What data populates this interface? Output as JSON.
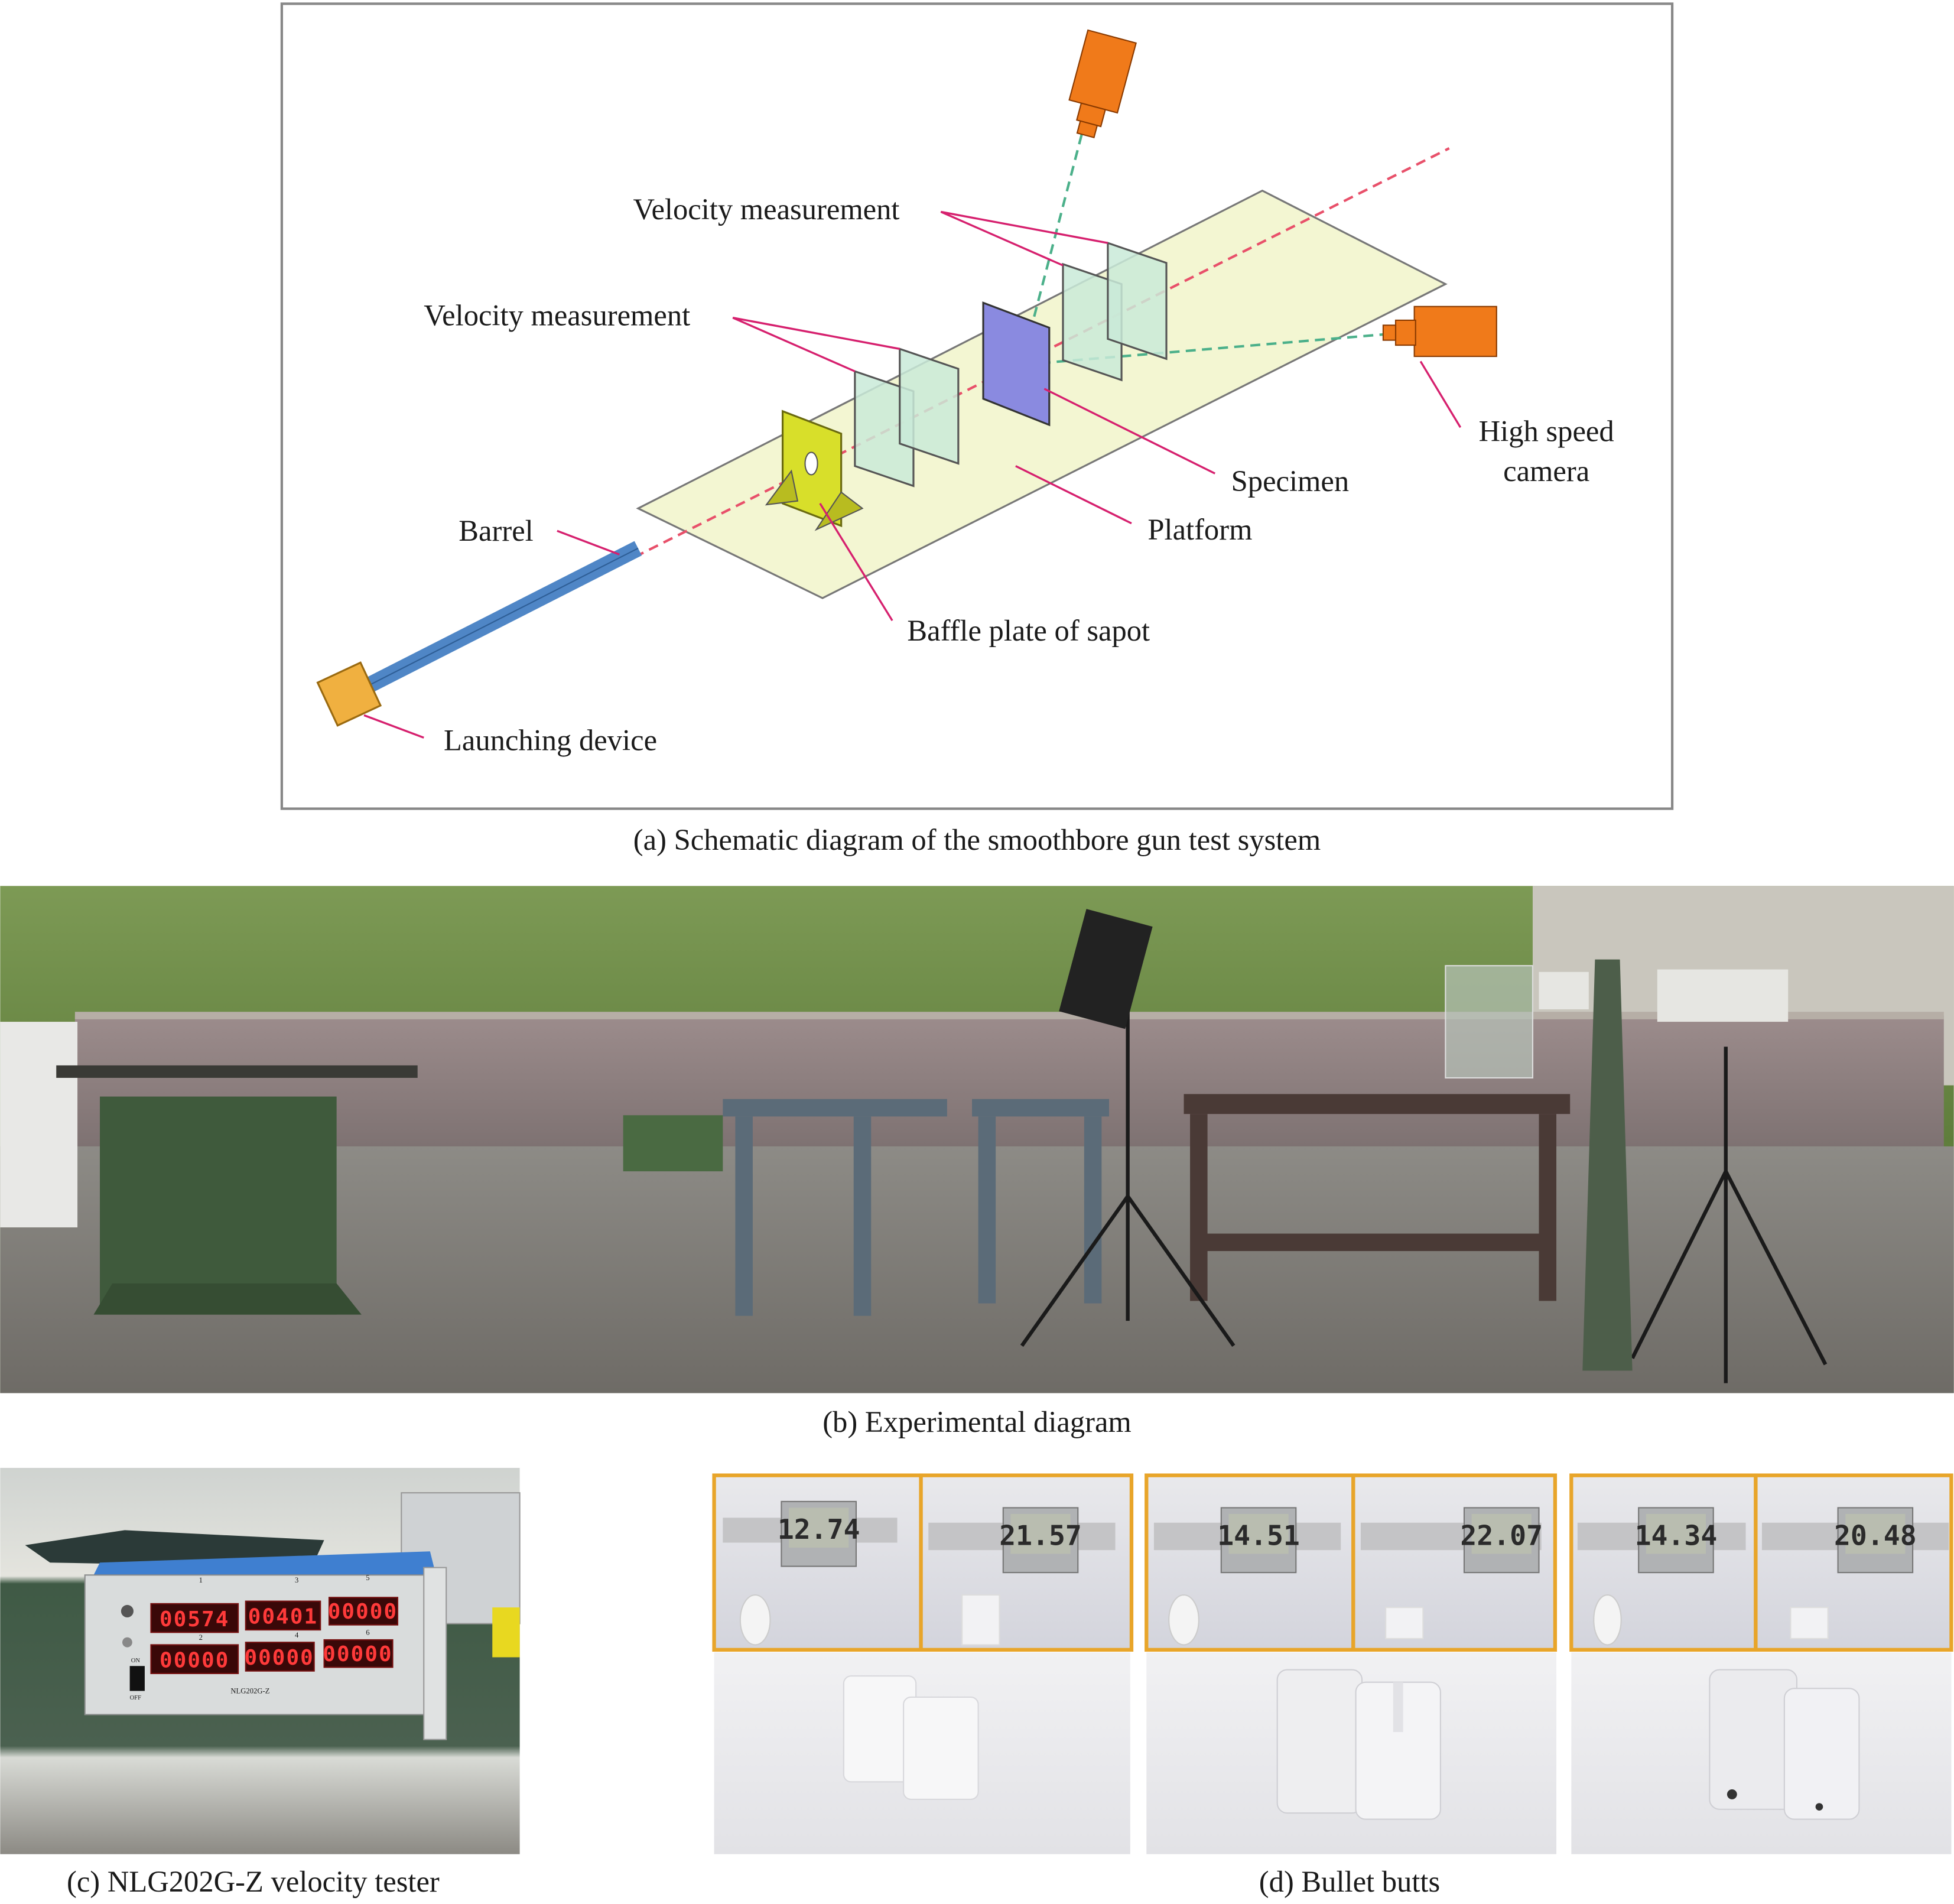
{
  "figure": {
    "panel_a": {
      "labels": {
        "velocity_measurement_top": "Velocity measurement",
        "velocity_measurement_left": "Velocity measurement",
        "barrel": "Barrel",
        "launching_device": "Launching device",
        "baffle_plate": "Baffle plate of sapot",
        "platform": "Platform",
        "specimen": "Specimen",
        "high_speed_camera_line1": "High speed",
        "high_speed_camera_line2": "camera"
      },
      "caption": "(a) Schematic diagram of the smoothbore gun test system"
    },
    "panel_b": {
      "caption": "(b) Experimental diagram"
    },
    "panel_c": {
      "device_label": "NLG202G-Z",
      "channel_numbers": [
        "1",
        "2",
        "3",
        "4",
        "5",
        "6"
      ],
      "readouts": [
        "00574",
        "00000",
        "00401",
        "00000",
        "00000",
        "00000"
      ],
      "switch_on": "ON",
      "switch_off": "OFF",
      "caption": "(c) NLG202G-Z velocity tester"
    },
    "panel_d": {
      "caliper_readings": [
        "12.74",
        "21.57",
        "14.51",
        "22.07",
        "14.34",
        "20.48"
      ],
      "caption": "(d) Bullet butts"
    },
    "colors": {
      "platform": "#f3f6d2",
      "barrel": "#4f86c6",
      "camera": "#f07a1a",
      "launcher": "#f0b040",
      "baffle": "#d8df2a",
      "panel": "#c9ead8",
      "specimen": "#8a8ae0",
      "leader": "#d6206e",
      "trajectory": "#e8506a",
      "frame_d": "#e8a52a",
      "led": "#ff3a3a"
    }
  }
}
